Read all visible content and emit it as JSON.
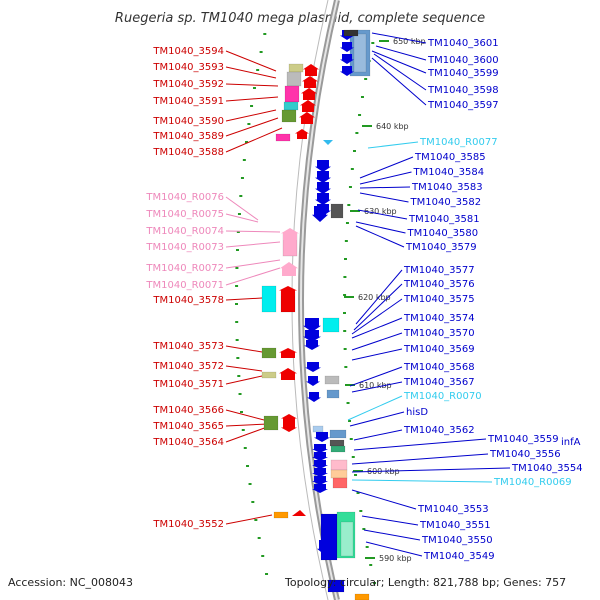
{
  "title": "Ruegeria sp. TM1040 mega plasmid, complete sequence",
  "footer": {
    "accession": "Accession: NC_008043",
    "topology": "Topology: circular; Length: 821,788 bp; Genes: 757"
  },
  "colors": {
    "forward_label": "#cc0000",
    "reverse_label": "#0000cc",
    "rna_forward_label": "#ee88bb",
    "rna_reverse_label": "#33ccee",
    "backbone": "#888888",
    "tick": "#229922"
  },
  "kbp_ticks": [
    "650 kbp",
    "640 kbp",
    "630 kbp",
    "620 kbp",
    "610 kbp",
    "600 kbp",
    "590 kbp"
  ],
  "left_labels": [
    {
      "text": "TM1040_3594",
      "kind": "protein"
    },
    {
      "text": "TM1040_3593",
      "kind": "protein"
    },
    {
      "text": "TM1040_3592",
      "kind": "protein"
    },
    {
      "text": "TM1040_3591",
      "kind": "protein"
    },
    {
      "text": "TM1040_3590",
      "kind": "protein"
    },
    {
      "text": "TM1040_3589",
      "kind": "protein"
    },
    {
      "text": "TM1040_3588",
      "kind": "protein"
    },
    {
      "text": "TM1040_R0076",
      "kind": "rna"
    },
    {
      "text": "TM1040_R0075",
      "kind": "rna"
    },
    {
      "text": "TM1040_R0074",
      "kind": "rna"
    },
    {
      "text": "TM1040_R0073",
      "kind": "rna"
    },
    {
      "text": "TM1040_R0072",
      "kind": "rna"
    },
    {
      "text": "TM1040_R0071",
      "kind": "rna"
    },
    {
      "text": "TM1040_3578",
      "kind": "protein"
    },
    {
      "text": "TM1040_3573",
      "kind": "protein"
    },
    {
      "text": "TM1040_3572",
      "kind": "protein"
    },
    {
      "text": "TM1040_3571",
      "kind": "protein"
    },
    {
      "text": "TM1040_3566",
      "kind": "protein"
    },
    {
      "text": "TM1040_3565",
      "kind": "protein"
    },
    {
      "text": "TM1040_3564",
      "kind": "protein"
    },
    {
      "text": "TM1040_3552",
      "kind": "protein"
    }
  ],
  "right_labels": [
    {
      "text": "TM1040_3601",
      "kind": "protein"
    },
    {
      "text": "TM1040_3600",
      "kind": "protein"
    },
    {
      "text": "TM1040_3599",
      "kind": "protein"
    },
    {
      "text": "TM1040_3598",
      "kind": "protein"
    },
    {
      "text": "TM1040_3597",
      "kind": "protein"
    },
    {
      "text": "TM1040_R0077",
      "kind": "rna"
    },
    {
      "text": "TM1040_3585",
      "kind": "protein"
    },
    {
      "text": "TM1040_3584",
      "kind": "protein"
    },
    {
      "text": "TM1040_3583",
      "kind": "protein"
    },
    {
      "text": "TM1040_3582",
      "kind": "protein"
    },
    {
      "text": "TM1040_3581",
      "kind": "protein"
    },
    {
      "text": "TM1040_3580",
      "kind": "protein"
    },
    {
      "text": "TM1040_3579",
      "kind": "protein"
    },
    {
      "text": "TM1040_3577",
      "kind": "protein"
    },
    {
      "text": "TM1040_3576",
      "kind": "protein"
    },
    {
      "text": "TM1040_3575",
      "kind": "protein"
    },
    {
      "text": "TM1040_3574",
      "kind": "protein"
    },
    {
      "text": "TM1040_3570",
      "kind": "protein"
    },
    {
      "text": "TM1040_3569",
      "kind": "protein"
    },
    {
      "text": "TM1040_3568",
      "kind": "protein"
    },
    {
      "text": "TM1040_3567",
      "kind": "protein"
    },
    {
      "text": "TM1040_R0070",
      "kind": "rna"
    },
    {
      "text": "hisD",
      "kind": "protein"
    },
    {
      "text": "TM1040_3562",
      "kind": "protein"
    },
    {
      "text": "TM1040_3559",
      "kind": "protein"
    },
    {
      "text": "infA",
      "kind": "protein"
    },
    {
      "text": "TM1040_3556",
      "kind": "protein"
    },
    {
      "text": "TM1040_3554",
      "kind": "protein"
    },
    {
      "text": "TM1040_R0069",
      "kind": "rna"
    },
    {
      "text": "TM1040_3553",
      "kind": "protein"
    },
    {
      "text": "TM1040_3551",
      "kind": "protein"
    },
    {
      "text": "TM1040_3550",
      "kind": "protein"
    },
    {
      "text": "TM1040_3549",
      "kind": "protein"
    }
  ]
}
